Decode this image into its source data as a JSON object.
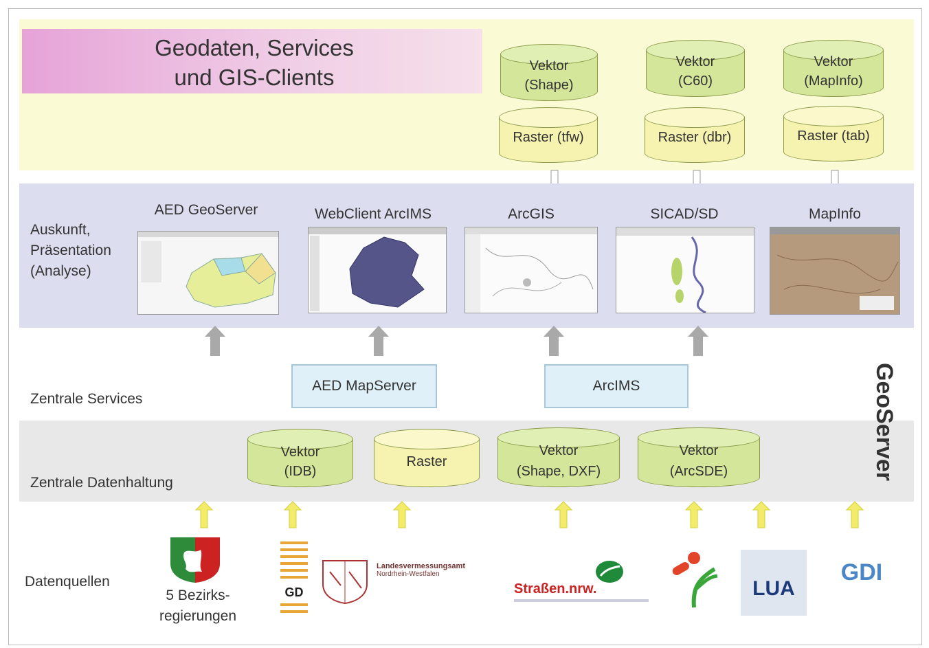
{
  "title_line1": "Geodaten, Services",
  "title_line2": "und GIS-Clients",
  "client_stores": [
    {
      "vector_line1": "Vektor",
      "vector_line2": "(Shape)",
      "raster": "Raster (tfw)"
    },
    {
      "vector_line1": "Vektor",
      "vector_line2": "(C60)",
      "raster": "Raster (dbr)"
    },
    {
      "vector_line1": "Vektor",
      "vector_line2": "(MapInfo)",
      "raster": "Raster (tab)"
    }
  ],
  "rows": {
    "auskunft_line1": "Auskunft,",
    "auskunft_line2": "Präsentation",
    "auskunft_line3": "(Analyse)",
    "services": "Zentrale Services",
    "datenhaltung": "Zentrale Datenhaltung",
    "datenquellen": "Datenquellen"
  },
  "apps": [
    "AED GeoServer",
    "WebClient ArcIMS",
    "ArcGIS",
    "SICAD/SD",
    "MapInfo"
  ],
  "services": [
    "AED MapServer",
    "ArcIMS"
  ],
  "central_stores": [
    {
      "line1": "Vektor",
      "line2": "(IDB)"
    },
    {
      "line1": "Raster",
      "line2": ""
    },
    {
      "line1": "Vektor",
      "line2": "(Shape, DXF)"
    },
    {
      "line1": "Vektor",
      "line2": "(ArcSDE)"
    }
  ],
  "geoserver_label": "GeoServer",
  "sources": {
    "bezirk_line1": "5 Bezirks-",
    "bezirk_line2": "regierungen",
    "gd": "GD",
    "lv_line1": "Landesvermessungsamt",
    "lv_line2": "Nordrhein-Westfalen",
    "strassen": "Straßen.nrw.",
    "lua": "LUA",
    "gdi": "GDI"
  },
  "colors": {
    "arrow_gray": "#a9a9a9",
    "arrow_yellow": "#f2ec6a",
    "vector_green": "#d3e69a",
    "raster_yellow": "#f6f2b0"
  }
}
